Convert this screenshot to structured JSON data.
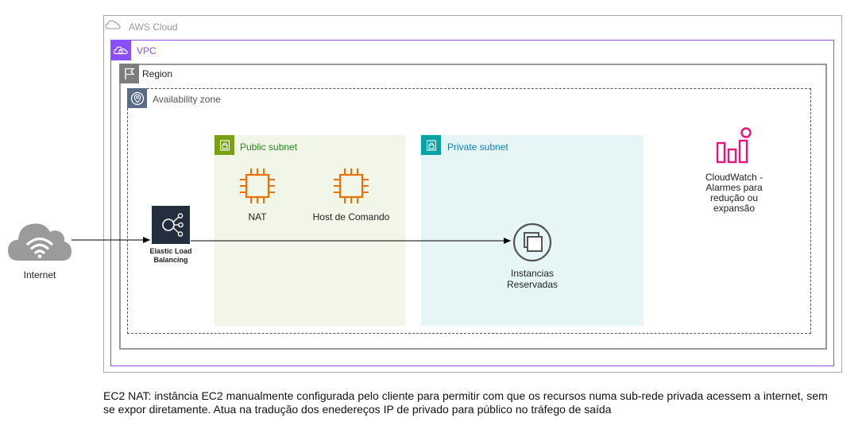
{
  "containers": {
    "aws_cloud": {
      "label": "AWS Cloud"
    },
    "vpc": {
      "label": "VPC"
    },
    "region": {
      "label": "Region"
    },
    "availability_zone": {
      "label": "Availability zone"
    },
    "public_subnet": {
      "label": "Public subnet"
    },
    "private_subnet": {
      "label": "Private subnet"
    }
  },
  "nodes": {
    "internet": {
      "label": "Internet",
      "icon": "internet-cloud-icon"
    },
    "elb": {
      "label": "Elastic Load Balancing",
      "icon": "elastic-load-balancing-icon"
    },
    "nat": {
      "label": "NAT",
      "icon": "ec2-instance-icon"
    },
    "host": {
      "label": "Host de Comando",
      "icon": "ec2-instance-icon"
    },
    "instances": {
      "label": "Instancias Reservadas",
      "icon": "reserved-instances-icon"
    },
    "cloudwatch": {
      "label": "CloudWatch - Alarmes para redução ou expansão",
      "icon": "cloudwatch-icon"
    }
  },
  "edges": [
    {
      "from": "internet",
      "to": "elb"
    },
    {
      "from": "elb",
      "to": "instances"
    }
  ],
  "note": "EC2 NAT: instância EC2 manualmente configurada pelo cliente para permitir com que os recursos numa sub-rede privada acessem a internet, sem se expor diretamente. Atua na tradução dos enedereços IP de privado para público no tráfego de saída",
  "colors": {
    "aws_cloud_border": "#aaaaaa",
    "vpc_border": "#8c4fff",
    "region_border": "#999999",
    "az_border": "#444444",
    "public_subnet_fill": "#f2f6e8",
    "public_subnet_accent": "#7aa116",
    "public_subnet_text": "#248814",
    "private_subnet_fill": "#e6f6f7",
    "private_subnet_accent": "#00a4a6",
    "private_subnet_text": "#147eba",
    "ec2_orange": "#ed7100",
    "elb_dark": "#232f3e",
    "cloudwatch_pink": "#e7157b",
    "reserved_gray": "#555555"
  }
}
